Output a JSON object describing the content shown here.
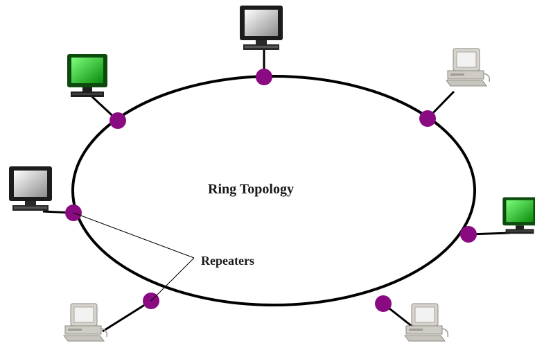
{
  "diagram": {
    "title": "Ring Topology",
    "repeater_label": "Repeaters",
    "colors": {
      "ring": "#000000",
      "repeater": "#8a0a82",
      "dark_monitor_frame": "#1c1c1c",
      "dark_monitor_screen": "#d8d8d8",
      "green_monitor_frame": "#0d4a0d",
      "green_monitor_screen": "#2fcf2f",
      "beige_pc_body": "#d6d3cc",
      "beige_pc_screen": "#f2f2f2"
    },
    "nodes": [
      {
        "id": "top",
        "icon": "dark-computer-icon"
      },
      {
        "id": "upper-left",
        "icon": "green-computer-icon"
      },
      {
        "id": "upper-right",
        "icon": "beige-computer-icon"
      },
      {
        "id": "left",
        "icon": "dark-computer-icon"
      },
      {
        "id": "right",
        "icon": "green-computer-icon"
      },
      {
        "id": "bottom-left",
        "icon": "beige-computer-icon"
      },
      {
        "id": "bottom-right",
        "icon": "beige-computer-icon"
      }
    ]
  }
}
